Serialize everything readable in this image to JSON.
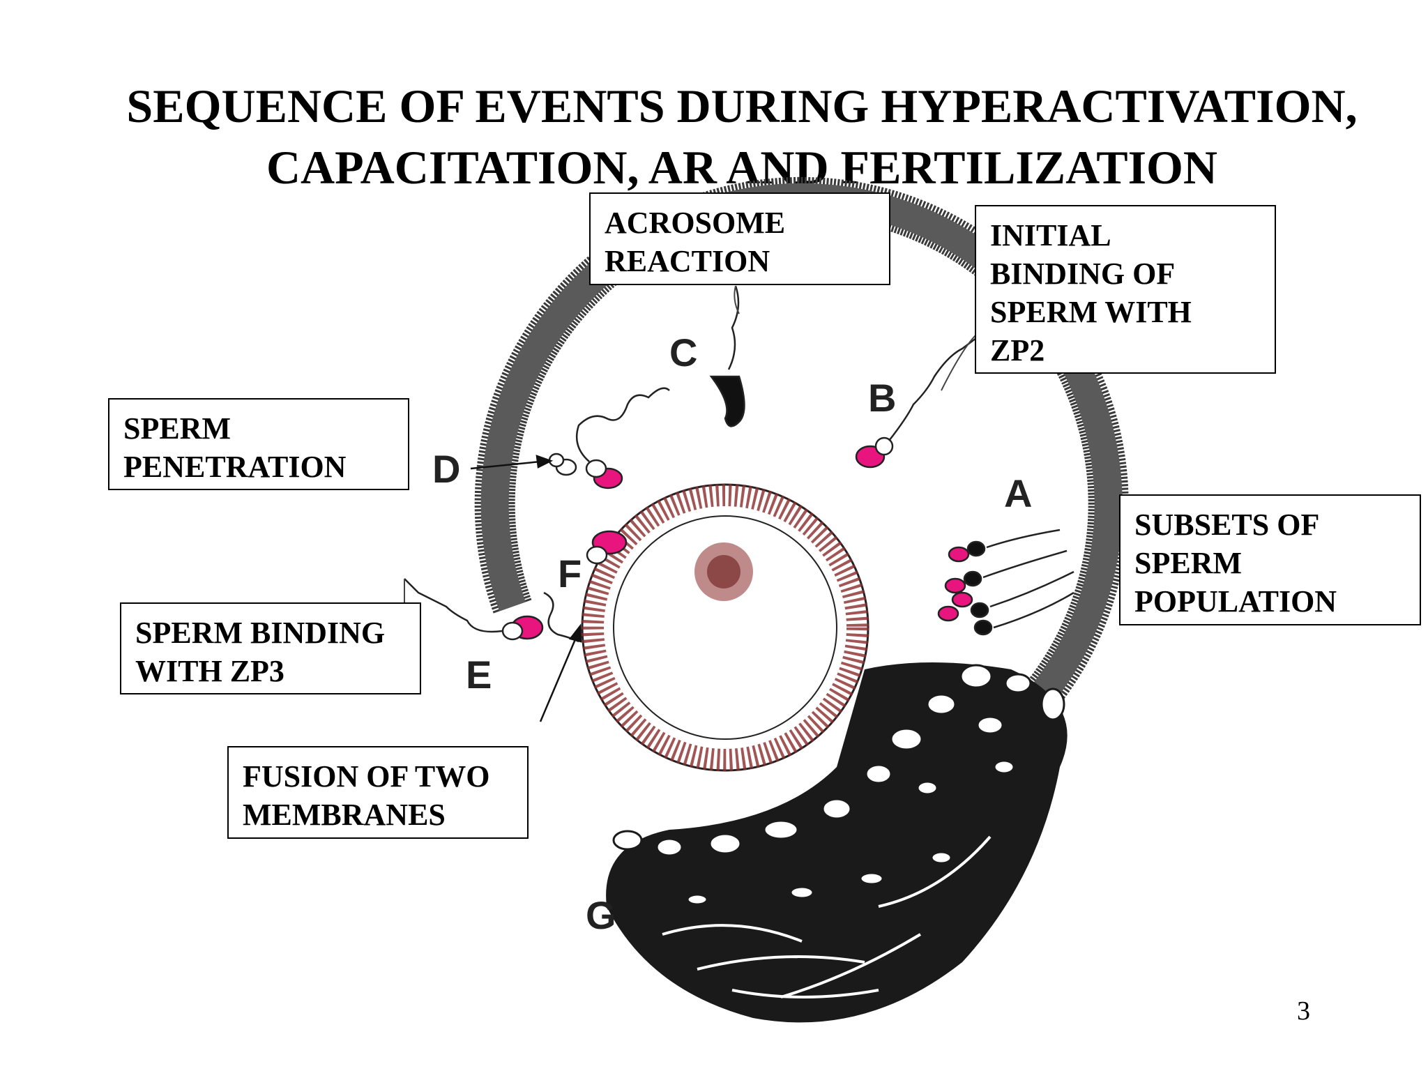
{
  "title": {
    "line1": "SEQUENCE OF EVENTS DURING HYPERACTIVATION,",
    "line2": "CAPACITATION, AR AND FERTILIZATION"
  },
  "boxes": {
    "acrosome_reaction": [
      "ACROSOME",
      "REACTION"
    ],
    "initial_binding": [
      "INITIAL",
      "BINDING OF",
      "SPERM WITH",
      "ZP2"
    ],
    "sperm_penetration": [
      "SPERM",
      "PENETRATION"
    ],
    "subsets": [
      "SUBSETS OF",
      "SPERM",
      "POPULATION"
    ],
    "sperm_binding_zp3": [
      "SPERM BINDING",
      "WITH ZP3"
    ],
    "fusion": [
      "FUSION OF TWO",
      "MEMBRANES"
    ]
  },
  "stage_letters": {
    "a": "A",
    "b": "B",
    "c": "C",
    "d": "D",
    "e": "E",
    "f": "F",
    "g": "G"
  },
  "page_number": "3",
  "colors": {
    "sperm_head": "#e8157f",
    "zona": "#3a3a3a",
    "oocyte_granules": "#8b2a2a"
  }
}
